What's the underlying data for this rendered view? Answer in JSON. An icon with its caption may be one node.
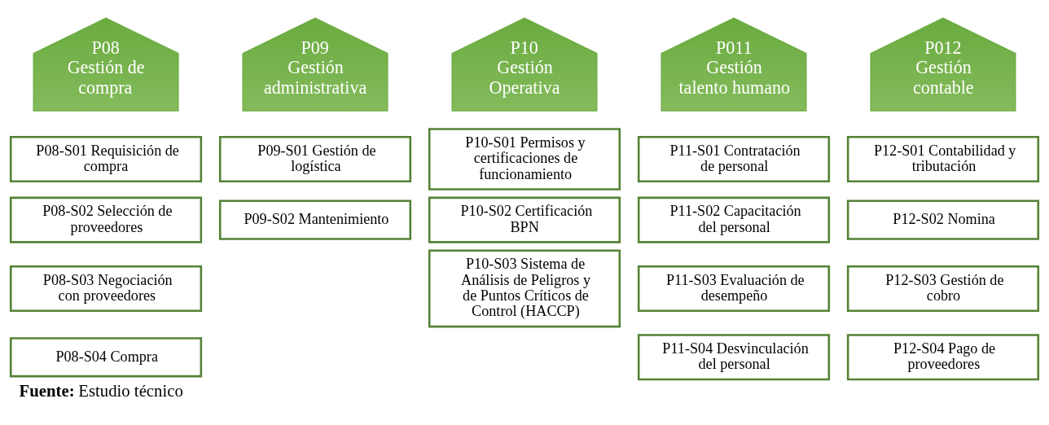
{
  "diagram": {
    "caption": "**Fuente:** Estudio técnico",
    "nodes": [
      {
        "text": [
          "P08 Gestión de compra"
        ]
      },
      {
        "text": [
          "P08-S01 Requisición de compra"
        ]
      },
      {
        "text": [
          "P08-S02 Selección de proveedores"
        ]
      },
      {
        "text": [
          "P08-S03 Negociación con proveedores"
        ]
      },
      {
        "text": [
          "P08-S04 Compra"
        ]
      },
      {
        "text": [
          "P09 Gestión administrativa"
        ]
      },
      {
        "text": [
          "P09-S01 Gestión de logística"
        ]
      },
      {
        "text": [
          "P09-S02 Mantenimiento"
        ]
      },
      {
        "text": [
          "P10 Gestión Operativa"
        ]
      },
      {
        "text": [
          "P10-S01 Permisos y certificaciones de funcionamiento"
        ]
      },
      {
        "text": [
          "P10-S02 Certificación BPN"
        ]
      },
      {
        "text": [
          "P10-S03 Sistema de Análisis de Peligros y de Puntos Críticos de Control (HACCP)"
        ]
      },
      {
        "text": [
          "P011 Gestión talento humano"
        ]
      },
      {
        "text": [
          "P11-S01 Contratación de personal"
        ]
      },
      {
        "text": [
          "P11-S02 Capacitación del personal"
        ]
      },
      {
        "text": [
          "P11-S03 Evaluación de desempeño"
        ]
      },
      {
        "text": [
          "P11-S04 Desvinculación del personal"
        ]
      },
      {
        "text": [
          "P012 Gestión contable"
        ]
      },
      {
        "text": [
          "P12-S01 Contabilidad y tributación"
        ]
      },
      {
        "text": [
          "P12-S02 Nomina"
        ]
      },
      {
        "text": [
          "P12-S03 Gestión de cobro"
        ]
      },
      {
        "text": [
          "P12-S04 Pago de proveedores"
        ]
      }
    ],
    "edges": []
  }
}
